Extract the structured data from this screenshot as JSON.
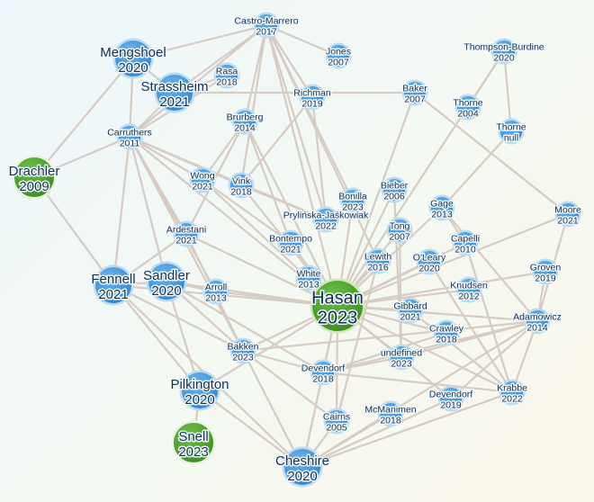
{
  "nodes": [
    {
      "id": "castro",
      "name": "Castro-Marrero",
      "year": "2017",
      "kind": "s"
    },
    {
      "id": "mengshoel",
      "name": "Mengshoel",
      "year": "2020",
      "kind": "m"
    },
    {
      "id": "jones",
      "name": "Jones",
      "year": "2007",
      "kind": "s"
    },
    {
      "id": "thompson",
      "name": "Thompson-Burdine",
      "year": "2020",
      "kind": "s"
    },
    {
      "id": "rasa",
      "name": "Rasa",
      "year": "2018",
      "kind": "s"
    },
    {
      "id": "strassheim",
      "name": "Strassheim",
      "year": "2021",
      "kind": "m"
    },
    {
      "id": "richman",
      "name": "Richman",
      "year": "2019",
      "kind": "s"
    },
    {
      "id": "baker",
      "name": "Baker",
      "year": "2007",
      "kind": "s"
    },
    {
      "id": "thorne2004",
      "name": "Thorne",
      "year": "2004",
      "kind": "s"
    },
    {
      "id": "brurberg",
      "name": "Brurberg",
      "year": "2014",
      "kind": "s"
    },
    {
      "id": "carruthers",
      "name": "Carruthers",
      "year": "2011",
      "kind": "s"
    },
    {
      "id": "thornenull",
      "name": "Thorne",
      "year": "null",
      "kind": "s"
    },
    {
      "id": "drachler",
      "name": "Drachler",
      "year": "2009",
      "kind": "g"
    },
    {
      "id": "wong",
      "name": "Wong",
      "year": "2021",
      "kind": "s"
    },
    {
      "id": "vink",
      "name": "Vink",
      "year": "2018",
      "kind": "s"
    },
    {
      "id": "bieber",
      "name": "Bieber",
      "year": "2006",
      "kind": "s"
    },
    {
      "id": "bonilla",
      "name": "Bonilla",
      "year": "2023",
      "kind": "s"
    },
    {
      "id": "gage",
      "name": "Gage",
      "year": "2013",
      "kind": "s"
    },
    {
      "id": "moore",
      "name": "Moore",
      "year": "2021",
      "kind": "s"
    },
    {
      "id": "pryl",
      "name": "Prylińska-Jaśkowiak",
      "year": "2022",
      "kind": "s"
    },
    {
      "id": "ardestani",
      "name": "Ardestani",
      "year": "2021",
      "kind": "s"
    },
    {
      "id": "tong",
      "name": "Tong",
      "year": "2007",
      "kind": "s"
    },
    {
      "id": "capelli",
      "name": "Capelli",
      "year": "2010",
      "kind": "s"
    },
    {
      "id": "bontempo",
      "name": "Bontempo",
      "year": "2021",
      "kind": "s"
    },
    {
      "id": "lewith",
      "name": "Lewith",
      "year": "2016",
      "kind": "s"
    },
    {
      "id": "oleary",
      "name": "O'Leary",
      "year": "2020",
      "kind": "s"
    },
    {
      "id": "groven",
      "name": "Groven",
      "year": "2019",
      "kind": "s"
    },
    {
      "id": "fennell",
      "name": "Fennell",
      "year": "2021",
      "kind": "m"
    },
    {
      "id": "sandler",
      "name": "Sandler",
      "year": "2020",
      "kind": "m"
    },
    {
      "id": "white",
      "name": "White",
      "year": "2013",
      "kind": "s"
    },
    {
      "id": "arroll",
      "name": "Arroll",
      "year": "2013",
      "kind": "s"
    },
    {
      "id": "knudsen",
      "name": "Knudsen",
      "year": "2012",
      "kind": "s"
    },
    {
      "id": "hasan",
      "name": "Hasan",
      "year": "2023",
      "kind": "c"
    },
    {
      "id": "gibbard",
      "name": "Gibbard",
      "year": "2021",
      "kind": "s"
    },
    {
      "id": "adamowicz",
      "name": "Adamowicz",
      "year": "2014",
      "kind": "s"
    },
    {
      "id": "crawley",
      "name": "Crawley",
      "year": "2018",
      "kind": "s"
    },
    {
      "id": "bakken",
      "name": "Bakken",
      "year": "2023",
      "kind": "s"
    },
    {
      "id": "undef",
      "name": "undefined",
      "year": "2023",
      "kind": "s"
    },
    {
      "id": "devendorf2018",
      "name": "Devendorf",
      "year": "2018",
      "kind": "s"
    },
    {
      "id": "pilkington",
      "name": "Pilkington",
      "year": "2020",
      "kind": "m"
    },
    {
      "id": "devendorf2019",
      "name": "Devendorf",
      "year": "2019",
      "kind": "s"
    },
    {
      "id": "krabbe",
      "name": "Krabbe",
      "year": "2022",
      "kind": "s"
    },
    {
      "id": "mcmanimen",
      "name": "McManimen",
      "year": "2018",
      "kind": "s"
    },
    {
      "id": "cairns",
      "name": "Cairns",
      "year": "2005",
      "kind": "s"
    },
    {
      "id": "snell",
      "name": "Snell",
      "year": "2023",
      "kind": "g"
    },
    {
      "id": "cheshire",
      "name": "Cheshire",
      "year": "2020",
      "kind": "m"
    }
  ],
  "edges": [
    [
      "castro",
      "mengshoel"
    ],
    [
      "castro",
      "strassheim"
    ],
    [
      "castro",
      "carruthers"
    ],
    [
      "castro",
      "brurberg"
    ],
    [
      "castro",
      "richman"
    ],
    [
      "castro",
      "jones"
    ],
    [
      "castro",
      "vink"
    ],
    [
      "castro",
      "pryl"
    ],
    [
      "castro",
      "hasan"
    ],
    [
      "castro",
      "bonilla"
    ],
    [
      "castro",
      "lewith"
    ],
    [
      "mengshoel",
      "strassheim"
    ],
    [
      "mengshoel",
      "carruthers"
    ],
    [
      "rasa",
      "carruthers"
    ],
    [
      "rasa",
      "strassheim"
    ],
    [
      "strassheim",
      "baker"
    ],
    [
      "strassheim",
      "carruthers"
    ],
    [
      "baker",
      "hasan"
    ],
    [
      "baker",
      "moore"
    ],
    [
      "thompson",
      "thorne2004"
    ],
    [
      "thompson",
      "hasan"
    ],
    [
      "thompson",
      "thornenull"
    ],
    [
      "thornenull",
      "gage"
    ],
    [
      "richman",
      "vink"
    ],
    [
      "richman",
      "pryl"
    ],
    [
      "brurberg",
      "wong"
    ],
    [
      "brurberg",
      "ardestani"
    ],
    [
      "brurberg",
      "hasan"
    ],
    [
      "brurberg",
      "bontempo"
    ],
    [
      "drachler",
      "carruthers"
    ],
    [
      "drachler",
      "mengshoel"
    ],
    [
      "drachler",
      "fennell"
    ],
    [
      "carruthers",
      "wong"
    ],
    [
      "carruthers",
      "vink"
    ],
    [
      "carruthers",
      "sandler"
    ],
    [
      "carruthers",
      "fennell"
    ],
    [
      "carruthers",
      "hasan"
    ],
    [
      "carruthers",
      "arroll"
    ],
    [
      "carruthers",
      "bakken"
    ],
    [
      "carruthers",
      "pryl"
    ],
    [
      "carruthers",
      "ardestani"
    ],
    [
      "wong",
      "hasan"
    ],
    [
      "wong",
      "bontempo"
    ],
    [
      "vink",
      "pryl"
    ],
    [
      "vink",
      "hasan"
    ],
    [
      "bieber",
      "hasan"
    ],
    [
      "bonilla",
      "hasan"
    ],
    [
      "tong",
      "hasan"
    ],
    [
      "gage",
      "hasan"
    ],
    [
      "gage",
      "capelli"
    ],
    [
      "gage",
      "adamowicz"
    ],
    [
      "moore",
      "hasan"
    ],
    [
      "moore",
      "adamowicz"
    ],
    [
      "ardestani",
      "fennell"
    ],
    [
      "ardestani",
      "hasan"
    ],
    [
      "ardestani",
      "bakken"
    ],
    [
      "capelli",
      "hasan"
    ],
    [
      "capelli",
      "krabbe"
    ],
    [
      "bontempo",
      "hasan"
    ],
    [
      "lewith",
      "hasan"
    ],
    [
      "oleary",
      "hasan"
    ],
    [
      "groven",
      "hasan"
    ],
    [
      "groven",
      "adamowicz"
    ],
    [
      "fennell",
      "hasan"
    ],
    [
      "fennell",
      "sandler"
    ],
    [
      "fennell",
      "bakken"
    ],
    [
      "fennell",
      "pilkington"
    ],
    [
      "fennell",
      "cheshire"
    ],
    [
      "sandler",
      "hasan"
    ],
    [
      "sandler",
      "arroll"
    ],
    [
      "sandler",
      "bakken"
    ],
    [
      "sandler",
      "devendorf2018"
    ],
    [
      "sandler",
      "pilkington"
    ],
    [
      "white",
      "hasan"
    ],
    [
      "arroll",
      "hasan"
    ],
    [
      "knudsen",
      "hasan"
    ],
    [
      "hasan",
      "gibbard"
    ],
    [
      "hasan",
      "crawley"
    ],
    [
      "hasan",
      "adamowicz"
    ],
    [
      "hasan",
      "undef"
    ],
    [
      "hasan",
      "devendorf2018"
    ],
    [
      "hasan",
      "devendorf2019"
    ],
    [
      "hasan",
      "krabbe"
    ],
    [
      "hasan",
      "bakken"
    ],
    [
      "hasan",
      "cheshire"
    ],
    [
      "hasan",
      "cairns"
    ],
    [
      "hasan",
      "pilkington"
    ],
    [
      "adamowicz",
      "bakken"
    ],
    [
      "adamowicz",
      "krabbe"
    ],
    [
      "adamowicz",
      "devendorf2019"
    ],
    [
      "adamowicz",
      "undef"
    ],
    [
      "adamowicz",
      "cheshire"
    ],
    [
      "adamowicz",
      "devendorf2018"
    ],
    [
      "bakken",
      "devendorf2018"
    ],
    [
      "bakken",
      "cheshire"
    ],
    [
      "bakken",
      "cairns"
    ],
    [
      "devendorf2018",
      "cheshire"
    ],
    [
      "devendorf2018",
      "krabbe"
    ],
    [
      "undef",
      "devendorf2018"
    ],
    [
      "crawley",
      "devendorf2018"
    ],
    [
      "pilkington",
      "snell"
    ],
    [
      "pilkington",
      "cheshire"
    ],
    [
      "devendorf2019",
      "cheshire"
    ],
    [
      "krabbe",
      "cheshire"
    ],
    [
      "mcmanimen",
      "cheshire"
    ],
    [
      "cairns",
      "cheshire"
    ],
    [
      "gibbard",
      "krabbe"
    ],
    [
      "oleary",
      "krabbe"
    ],
    [
      "tong",
      "undef"
    ],
    [
      "lewith",
      "cairns"
    ],
    [
      "bieber",
      "undef"
    ]
  ]
}
